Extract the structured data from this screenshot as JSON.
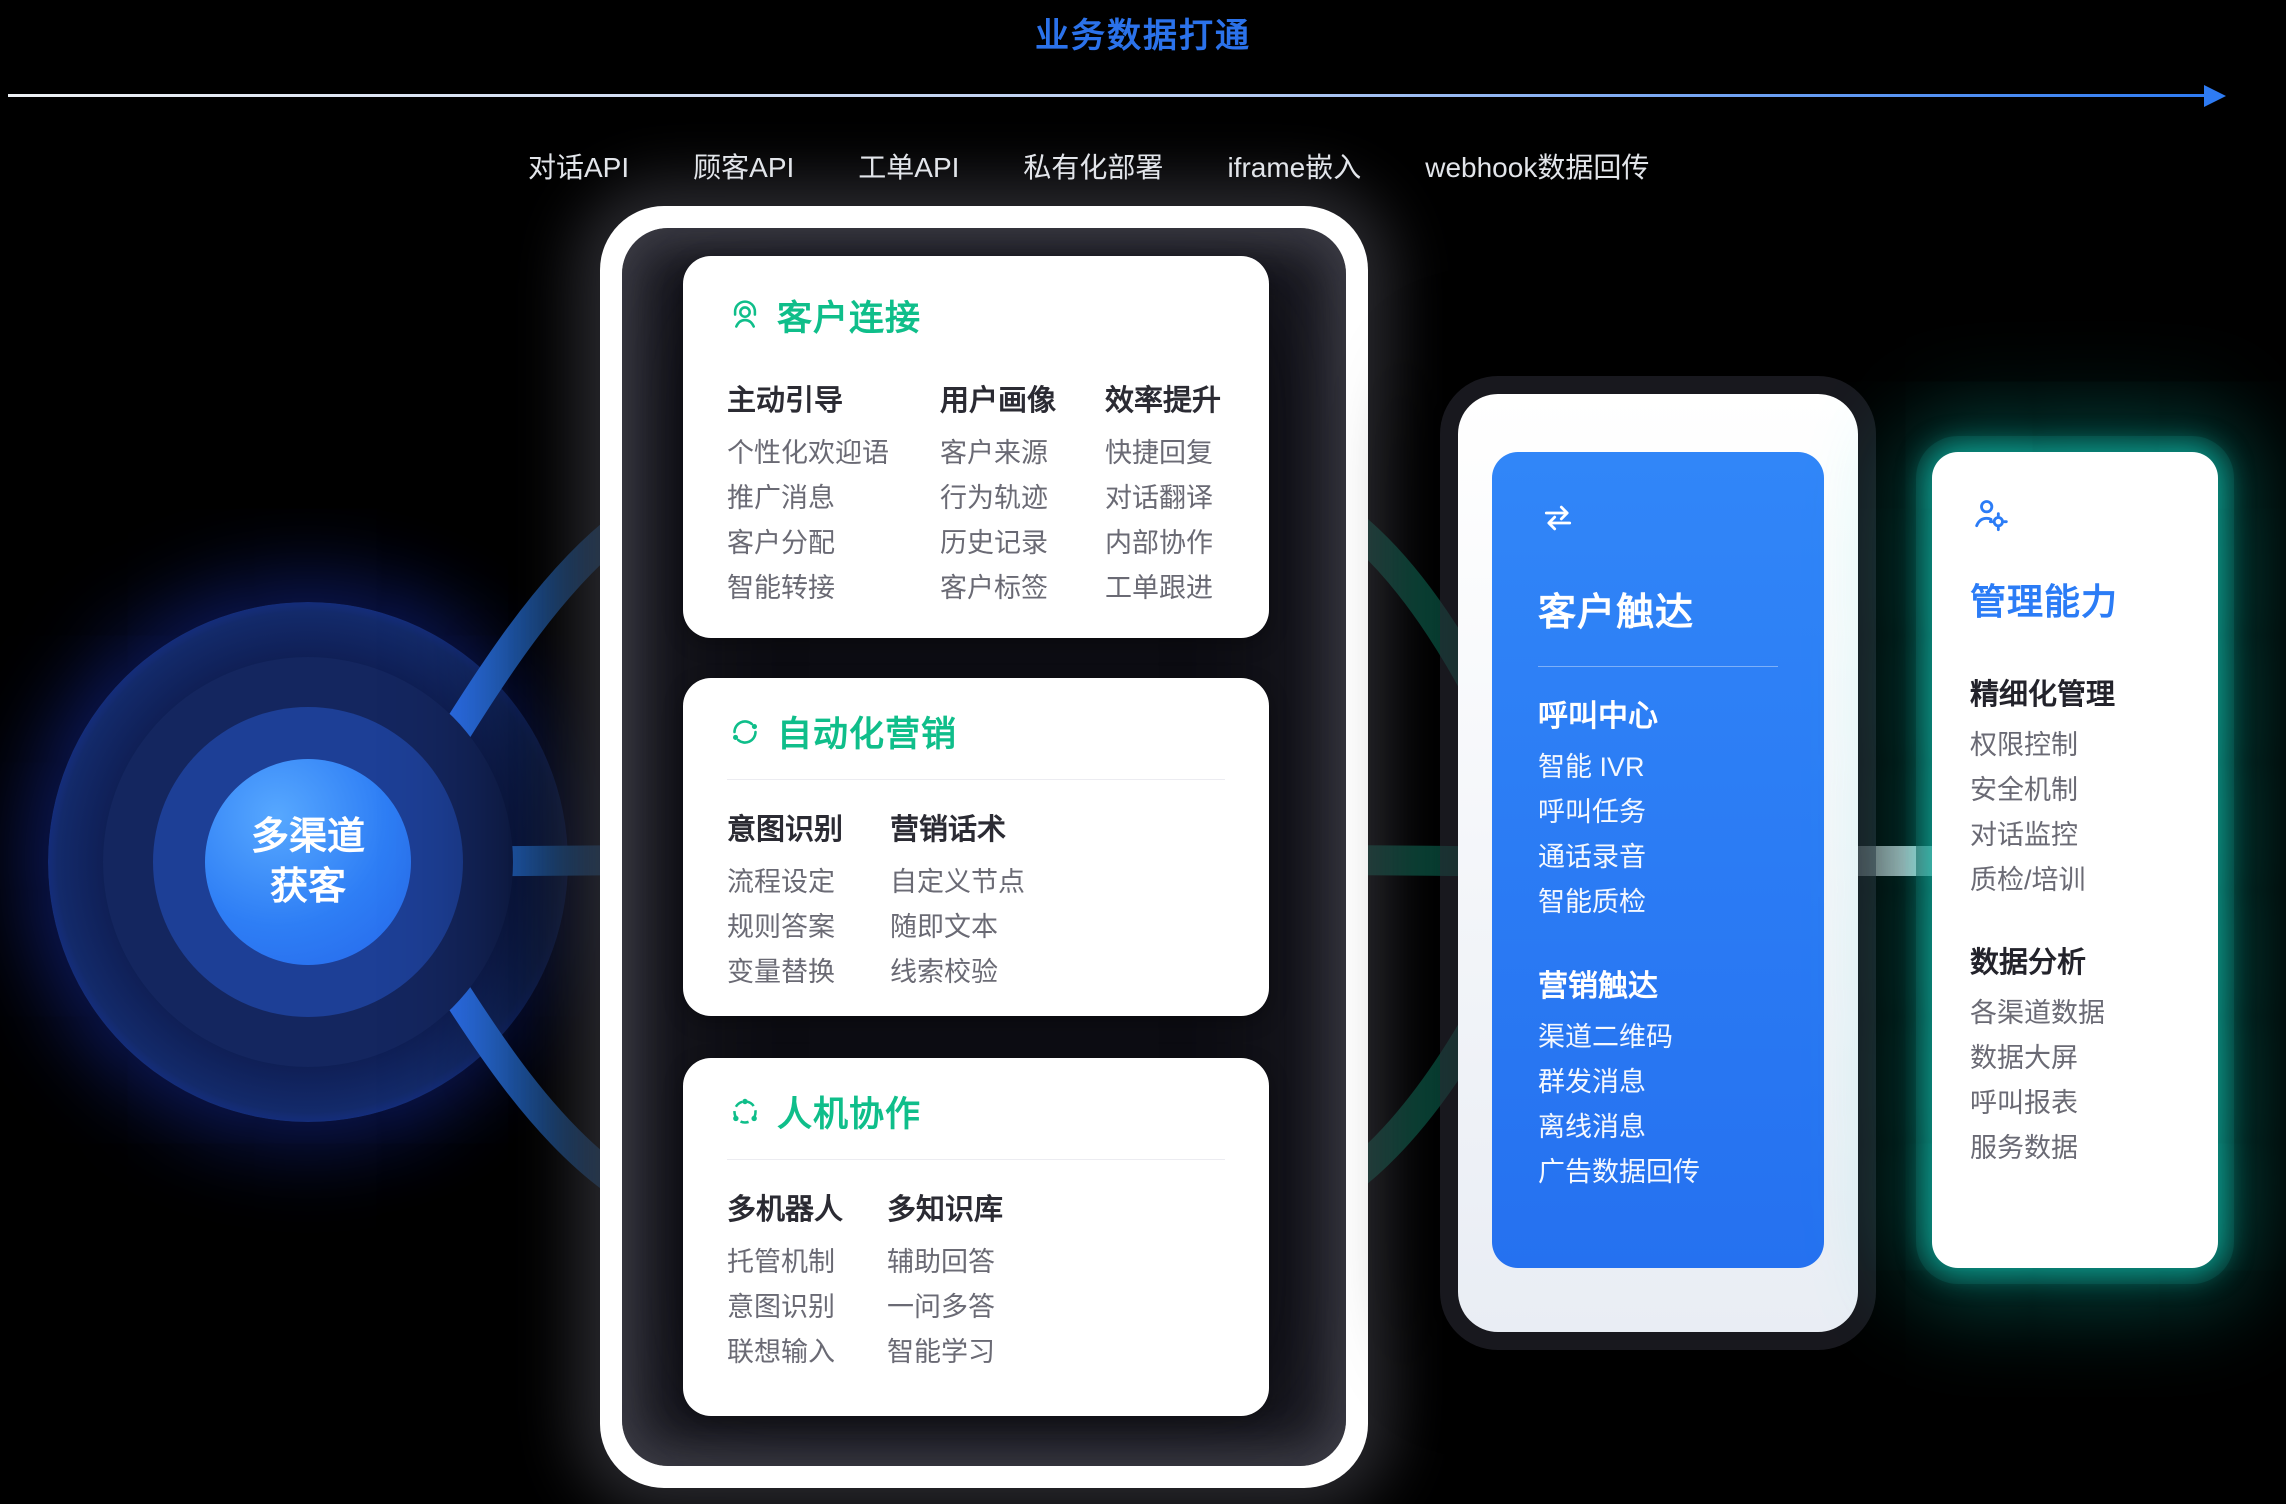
{
  "header": {
    "title": "业务数据打通"
  },
  "api_labels": [
    "对话API",
    "顾客API",
    "工单API",
    "私有化部署",
    "iframe嵌入",
    "webhook数据回传"
  ],
  "circle": {
    "line1": "多渠道",
    "line2": "获客"
  },
  "cards": [
    {
      "title": "客户连接",
      "columns": [
        {
          "header": "主动引导",
          "items": [
            "个性化欢迎语",
            "推广消息",
            "客户分配",
            "智能转接"
          ]
        },
        {
          "header": "用户画像",
          "items": [
            "客户来源",
            "行为轨迹",
            "历史记录",
            "客户标签"
          ]
        },
        {
          "header": "效率提升",
          "items": [
            "快捷回复",
            "对话翻译",
            "内部协作",
            "工单跟进"
          ]
        }
      ]
    },
    {
      "title": "自动化营销",
      "columns": [
        {
          "header": "意图识别",
          "items": [
            "流程设定",
            "规则答案",
            "变量替换"
          ]
        },
        {
          "header": "营销话术",
          "items": [
            "自定义节点",
            "随即文本",
            "线索校验"
          ]
        }
      ]
    },
    {
      "title": "人机协作",
      "columns": [
        {
          "header": "多机器人",
          "items": [
            "托管机制",
            "意图识别",
            "联想输入"
          ]
        },
        {
          "header": "多知识库",
          "items": [
            "辅助回答",
            "一问多答",
            "智能学习"
          ]
        }
      ]
    }
  ],
  "reach": {
    "title": "客户触达",
    "sections": [
      {
        "header": "呼叫中心",
        "items": [
          "智能 IVR",
          "呼叫任务",
          "通话录音",
          "智能质检"
        ]
      },
      {
        "header": "营销触达",
        "items": [
          "渠道二维码",
          "群发消息",
          "离线消息",
          "广告数据回传"
        ]
      }
    ]
  },
  "manage": {
    "title": "管理能力",
    "sections": [
      {
        "header": "精细化管理",
        "items": [
          "权限控制",
          "安全机制",
          "对话监控",
          "质检/培训"
        ]
      },
      {
        "header": "数据分析",
        "items": [
          "各渠道数据",
          "数据大屏",
          "呼叫报表",
          "服务数据"
        ]
      }
    ]
  },
  "icons": {
    "connect": "customer-service-icon",
    "automation": "sync-loop-icon",
    "collaboration": "network-nodes-icon",
    "reach": "transfer-arrows-icon",
    "management": "user-gear-icon"
  },
  "colors": {
    "accent_green": "#0fbe8a",
    "accent_blue": "#2b7cf6",
    "glow_cyan": "#12e3cc",
    "line_gradient_start": "#2d6cf2",
    "line_gradient_end": "#14c493",
    "reach_card_bg": "#2b7bf5"
  }
}
